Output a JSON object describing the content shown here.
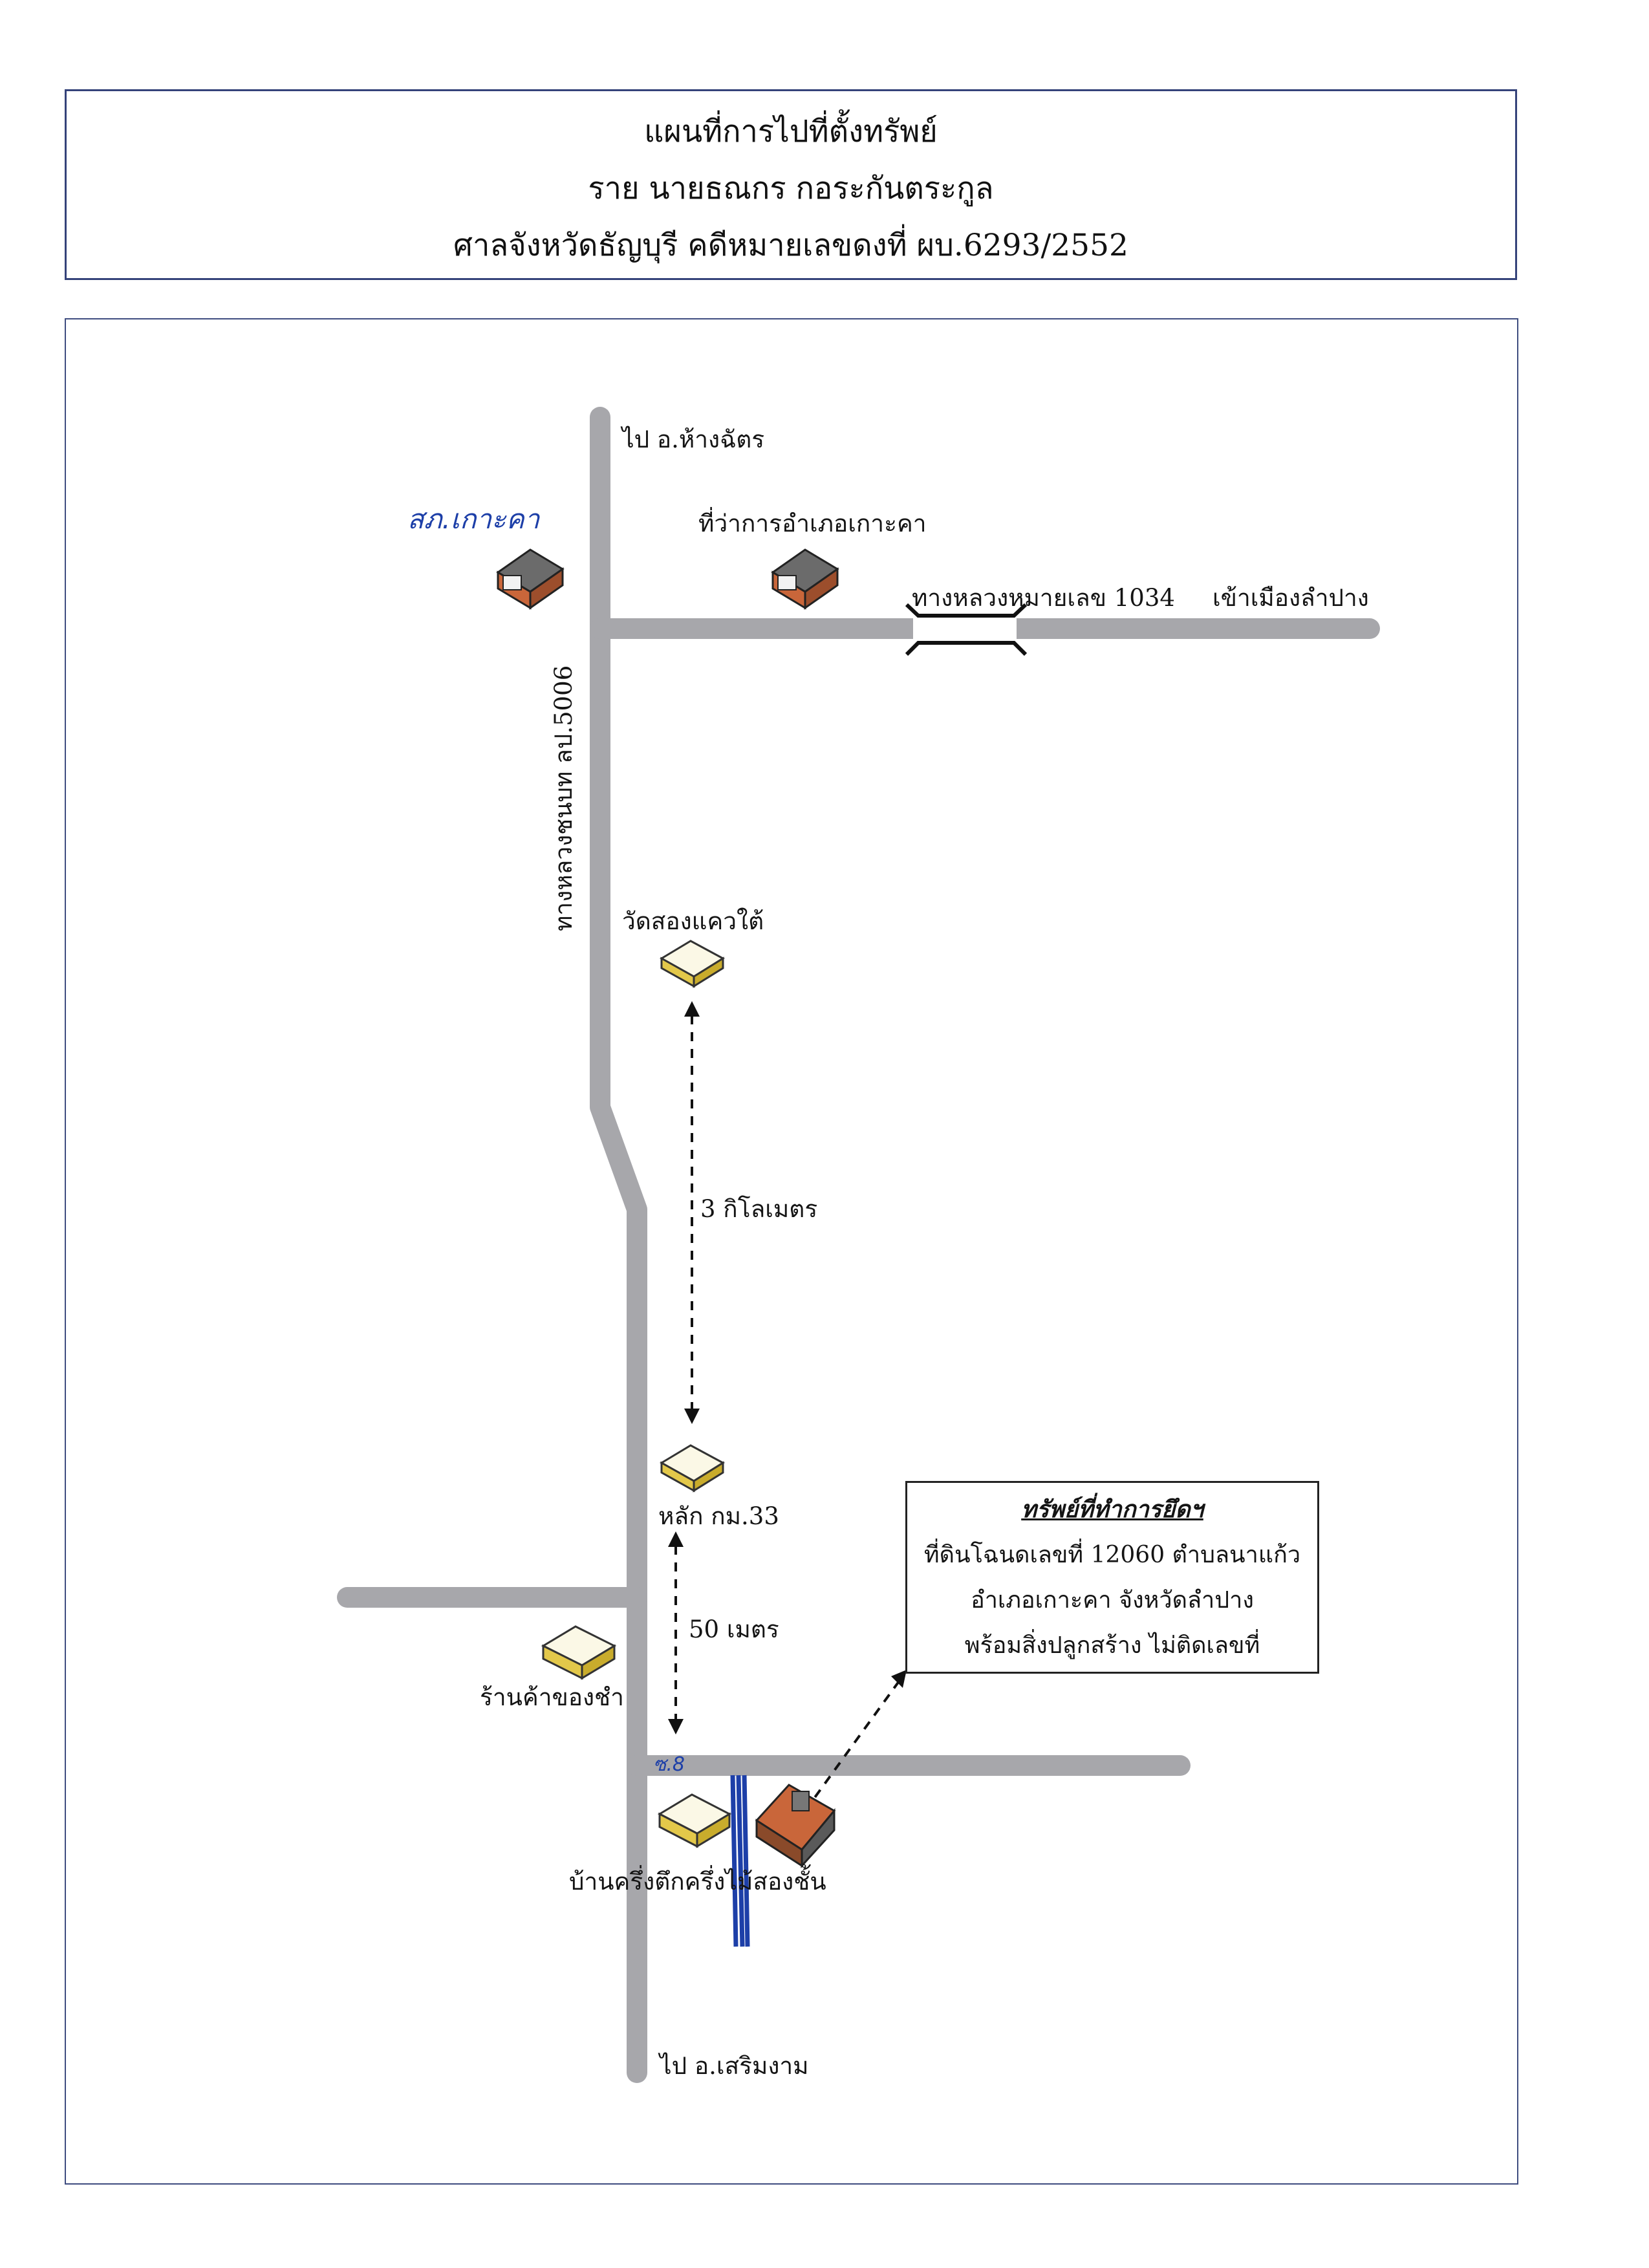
{
  "header": {
    "title": "แผนที่การไปที่ตั้งทรัพย์",
    "owner": "ราย นายธณกร  กอระกันตระกูล",
    "court_case": "ศาลจังหวัดธัญบุรี  คดีหมายเลขดงที่ ผบ.6293/2552"
  },
  "map": {
    "labels": {
      "to_hang_chat": "ไป อ.ห้างฉัตร",
      "district_office": "ที่ว่าการอำเภอเกาะคา",
      "highway_1034": "ทางหลวงหมายเลข 1034",
      "to_lampang": "เข้าเมืองลำปาง",
      "rural_road": "ทางหลวงชนบท ลป.5006",
      "wat": "วัดสองแควใต้",
      "distance_3km": "3 กิโลเมตร",
      "km33": "หลัก กม.33",
      "distance_50m": "50 เมตร",
      "shop": "ร้านค้าของชำ",
      "house": "บ้านครึ่งตึกครึ่งไม้สองชั้น",
      "to_soem_ngam": "ไป อ.เสริมงาม"
    },
    "handwritten": {
      "police_station": "สภ.เกาะคา",
      "soi": "ซ.8"
    },
    "property_box": {
      "title": "ทรัพย์ที่ทำการยึดฯ",
      "line1": "ที่ดินโฉนดเลขที่ 12060  ตำบลนาแก้ว",
      "line2": "อำเภอเกาะคา  จังหวัดลำปาง",
      "line3": "พร้อมสิ่งปลูกสร้าง ไม่ติดเลขที่"
    },
    "icons": [
      "building-icon",
      "landmark-cube-icon",
      "house-icon",
      "bridge-icon"
    ],
    "colors": {
      "road": "#a7a7ab",
      "frame": "#3f4d80",
      "cube_top": "#fbf8e6",
      "cube_side": "#e3c84a",
      "handwriting": "#1d3fa8"
    }
  }
}
